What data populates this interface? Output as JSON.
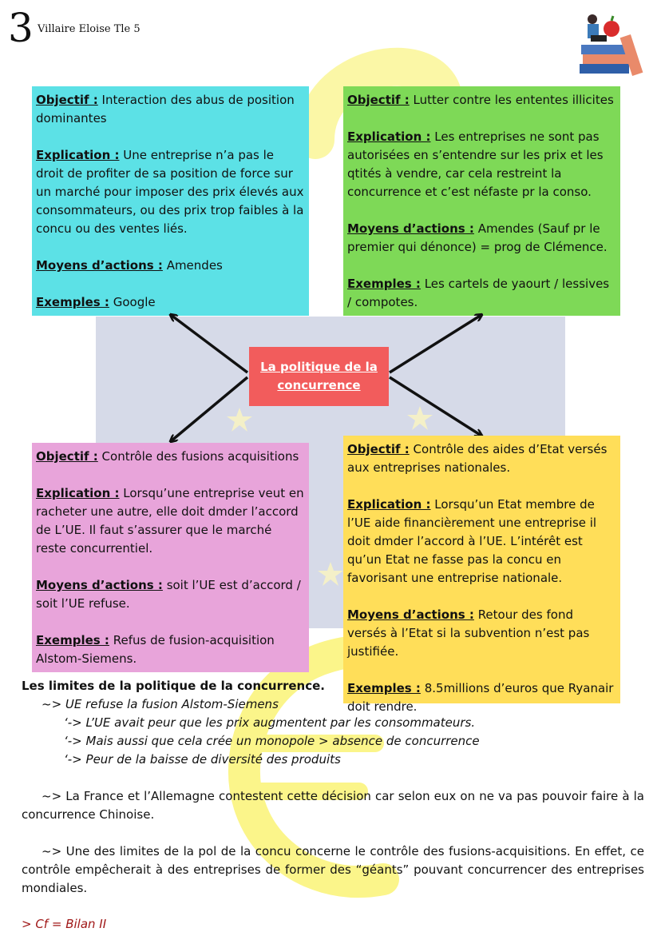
{
  "header": {
    "page_number": "3",
    "author": "Villaire Eloise Tle 5"
  },
  "center": {
    "title": "La politique de la concurrence"
  },
  "boxes": {
    "top_left": {
      "objectif_label": "Objectif :",
      "objectif": "Interaction des abus de position dominantes",
      "explication_label": "Explication :",
      "explication": "Une entreprise n’a pas le droit de profiter de sa position de force sur un marché pour imposer des prix élevés aux consommateurs, ou des prix trop faibles à la concu ou des ventes liés.",
      "moyens_label": "Moyens d’actions :",
      "moyens": "Amendes",
      "exemples_label": "Exemples :",
      "exemples": "Google"
    },
    "top_right": {
      "objectif_label": "Objectif :",
      "objectif": "Lutter contre les ententes illicites",
      "explication_label": "Explication :",
      "explication": "Les entreprises ne sont pas autorisées en s’entendre sur les prix et les qtités à vendre, car cela restreint la concurrence et c’est néfaste pr la conso.",
      "moyens_label": "Moyens d’actions :",
      "moyens": "Amendes (Sauf pr le premier qui dénonce) = prog de Clémence.",
      "exemples_label": "Exemples :",
      "exemples": "Les cartels de yaourt / lessives / compotes."
    },
    "bottom_left": {
      "objectif_label": "Objectif :",
      "objectif": "Contrôle des fusions acquisitions",
      "explication_label": "Explication :",
      "explication": "Lorsqu’une entreprise veut en racheter une autre, elle doit dmder l’accord de L’UE. Il faut s’assurer que le marché reste concurrentiel.",
      "moyens_label": "Moyens d’actions :",
      "moyens": "soit l’UE est d’accord / soit l’UE refuse.",
      "exemples_label": "Exemples :",
      "exemples": "Refus de fusion-acquisition Alstom-Siemens."
    },
    "bottom_right": {
      "objectif_label": "Objectif :",
      "objectif": "Contrôle des aides d’Etat versés aux entreprises nationales.",
      "explication_label": "Explication :",
      "explication": "Lorsqu’un Etat membre de l’UE aide financièrement une entreprise il doit dmder l’accord à l’UE. L’intérêt est qu’un Etat ne fasse pas la concu en favorisant une entreprise nationale.",
      "moyens_label": "Moyens d’actions :",
      "moyens": "Retour des fond versés à l’Etat si la subvention n’est pas justifiée.",
      "exemples_label": "Exemples :",
      "exemples": "8.5millions d’euros que Ryanair doit rendre."
    }
  },
  "limits": {
    "title": "Les limites de la politique de la concurrence.",
    "line1": "~> UE refuse la fusion Alstom-Siemens",
    "line2": "‘-> L’UE avait peur que les prix augmentent par les consommateurs.",
    "line3": "‘-> Mais aussi que cela crée un monopole > absence de concurrence",
    "line4": "‘-> Peur de la baisse de diversité des produits",
    "para1": "~> La France et l’Allemagne contestent cette décision car selon eux on ne va pas pouvoir faire à la concurrence Chinoise.",
    "para2": "~> Une des limites de la pol de la concu concerne le contrôle des fusions-acquisitions. En effet, ce contrôle empêcherait à des entreprises de former des “géants” pouvant concurrencer des entreprises mondiales.",
    "cf": "> Cf = Bilan II"
  },
  "colors": {
    "cyan": "#5ce1e6",
    "green": "#7ed957",
    "pink": "#e8a4da",
    "yellow": "#ffde59",
    "red": "#f25c5c",
    "panel": "#d6dae8",
    "cf_red": "#a01818"
  },
  "icons": [
    "euro-symbol-icon",
    "question-mark-icon",
    "star-icon",
    "books-reader-icon",
    "arrow-icon"
  ]
}
